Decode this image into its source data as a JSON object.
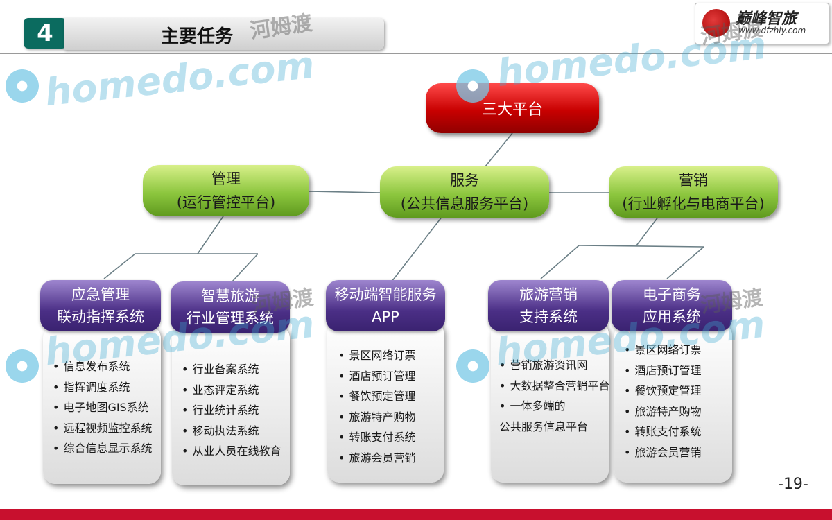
{
  "header": {
    "section_number": "4",
    "title": "主要任务",
    "logo_text": "巅峰智旅",
    "logo_url": "www.dfzhly.com"
  },
  "watermarks": {
    "latin": "homedo.com",
    "chinese": "河姆渡"
  },
  "diagram": {
    "root": "三大平台",
    "level2": [
      {
        "title": "管理",
        "subtitle": "(运行管控平台)"
      },
      {
        "title": "服务",
        "subtitle": "(公共信息服务平台)"
      },
      {
        "title": "营销",
        "subtitle": "(行业孵化与电商平台)"
      }
    ],
    "cards": [
      {
        "title_line1": "应急管理",
        "title_line2": "联动指挥系统",
        "items": [
          "信息发布系统",
          "指挥调度系统",
          "电子地图GIS系统",
          "远程视频监控系统",
          "综合信息显示系统"
        ]
      },
      {
        "title_line1": "智慧旅游",
        "title_line2": "行业管理系统",
        "items": [
          "行业备案系统",
          "业态评定系统",
          "行业统计系统",
          "移动执法系统",
          "从业人员在线教育"
        ]
      },
      {
        "title_line1": "移动端智能服务",
        "title_line2": "APP",
        "items": [
          "景区网络订票",
          "酒店预订管理",
          "餐饮预定管理",
          "旅游特产购物",
          "转账支付系统",
          "旅游会员营销"
        ]
      },
      {
        "title_line1": "旅游营销",
        "title_line2": "支持系统",
        "items": [
          "营销旅游资讯网",
          "大数据整合营销平台",
          "一体多端的"
        ],
        "continuation": "公共服务信息平台"
      },
      {
        "title_line1": "电子商务",
        "title_line2": "应用系统",
        "items": [
          "景区网络订票",
          "酒店预订管理",
          "餐饮预定管理",
          "旅游特产购物",
          "转账支付系统",
          "旅游会员营销"
        ]
      }
    ]
  },
  "page_number": "-19-",
  "colors": {
    "root_node": "#c80000",
    "level2_node": "#8cc63e",
    "card_header": "#4b2f86",
    "section_box": "#0b6b5f",
    "footer": "#c8102e"
  }
}
